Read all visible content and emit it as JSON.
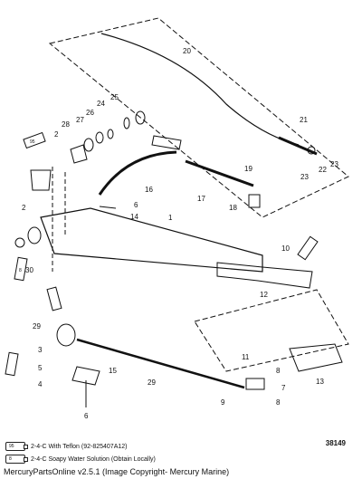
{
  "callouts": {
    "c1": "1",
    "c2a": "2",
    "c2b": "2",
    "c3": "3",
    "c4": "4",
    "c5": "5",
    "c6a": "6",
    "c6b": "6",
    "c7": "7",
    "c8a": "8",
    "c8b": "8",
    "c9": "9",
    "c10": "10",
    "c11": "11",
    "c12": "12",
    "c13": "13",
    "c14": "14",
    "c15": "15",
    "c16": "16",
    "c17": "17",
    "c18": "18",
    "c19": "19",
    "c20": "20",
    "c21": "21",
    "c22": "22",
    "c23a": "23",
    "c23b": "23",
    "c24": "24",
    "c25": "25",
    "c26": "26",
    "c27": "27",
    "c28": "28",
    "c29a": "29",
    "c29b": "29",
    "c30": "30"
  },
  "tube_labels": {
    "t95": "95",
    "t8": "8"
  },
  "legend": [
    {
      "code": "95",
      "text": "2-4-C  With Teflon (92-825407A12)"
    },
    {
      "code": "8",
      "text": "2-4-C  Soapy Water Solution (Obtain Locally)"
    }
  ],
  "ref_number": "38149",
  "footer": "MercuryPartsOnline v2.5.1 (Image Copyright- Mercury Marine)"
}
